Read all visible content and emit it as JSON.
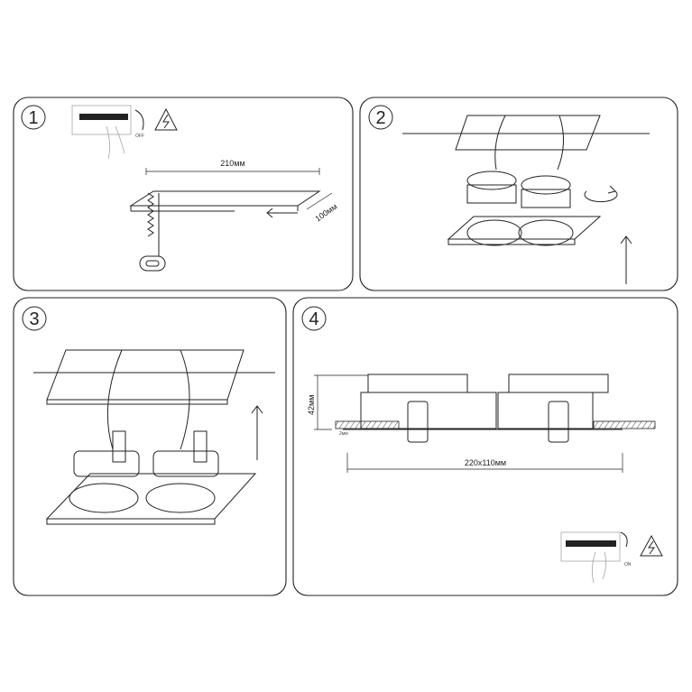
{
  "steps": [
    {
      "number": "1",
      "switch_state": "OFF",
      "cutout_width": "210мм",
      "cutout_height": "100мм"
    },
    {
      "number": "2"
    },
    {
      "number": "3"
    },
    {
      "number": "4",
      "height": "42мм",
      "size": "220x110мм",
      "ceiling_thickness": "2мм",
      "switch_state": "ON"
    }
  ],
  "colors": {
    "line": "#222222",
    "background": "#ffffff"
  }
}
